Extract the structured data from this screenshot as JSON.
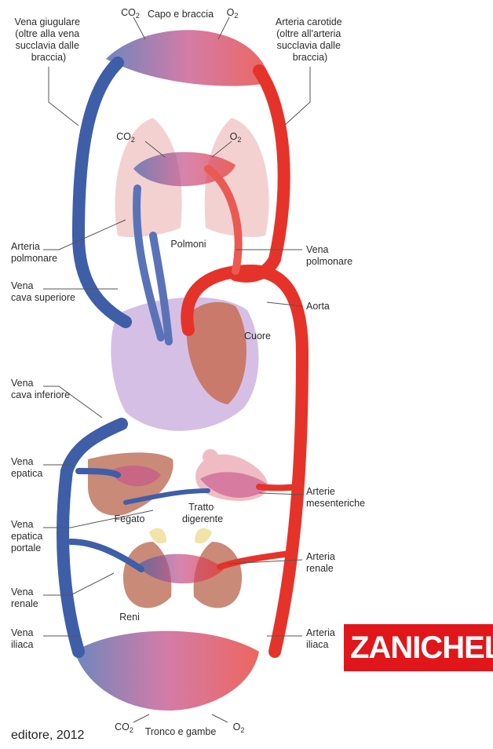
{
  "diagram": {
    "gas": {
      "co2": "CO",
      "co2_sub": "2",
      "o2": "O",
      "o2_sub": "2"
    },
    "left_labels": {
      "vena_giugulare": [
        "Vena giugulare",
        "(oltre alla vena",
        "succlavia dalle",
        "braccia)"
      ],
      "arteria_polmonare": [
        "Arteria",
        "polmonare"
      ],
      "vena_cava_superiore": [
        "Vena",
        "cava superiore"
      ],
      "vena_cava_inferiore": [
        "Vena",
        "cava inferiore"
      ],
      "vena_epatica": [
        "Vena",
        "epatica"
      ],
      "vena_epatica_portale": [
        "Vena",
        "epatica",
        "portale"
      ],
      "vena_renale": [
        "Vena",
        "renale"
      ],
      "vena_iliaca": [
        "Vena",
        "iliaca"
      ]
    },
    "right_labels": {
      "arteria_carotide": [
        "Arteria carotide",
        "(oltre all'arteria",
        "succlavia dalle",
        "braccia)"
      ],
      "vena_polmonare": [
        "Vena",
        "polmonare"
      ],
      "aorta": [
        "Aorta"
      ],
      "arterie_mesenteriche": [
        "Arterie",
        "mesenteriche"
      ],
      "arteria_renale": [
        "Arteria",
        "renale"
      ],
      "arteria_iliaca": [
        "Arteria",
        "iliaca"
      ]
    },
    "organ_labels": {
      "capo_braccia": "Capo e braccia",
      "polmoni": "Polmoni",
      "cuore": "Cuore",
      "fegato": "Fegato",
      "tratto_digerente": [
        "Tratto",
        "digerente"
      ],
      "reni": "Reni",
      "tronco_gambe": "Tronco e gambe"
    }
  },
  "brand": {
    "logo_text": "ZANICHELLI"
  },
  "credit": {
    "text": "editore, 2012"
  },
  "colors": {
    "vein": "#3f5ea8",
    "artery": "#e6332a",
    "capillary": "#c6508a",
    "organ": "#c98a78",
    "lung": "#f2c9c9",
    "brand": "#e0161b"
  }
}
